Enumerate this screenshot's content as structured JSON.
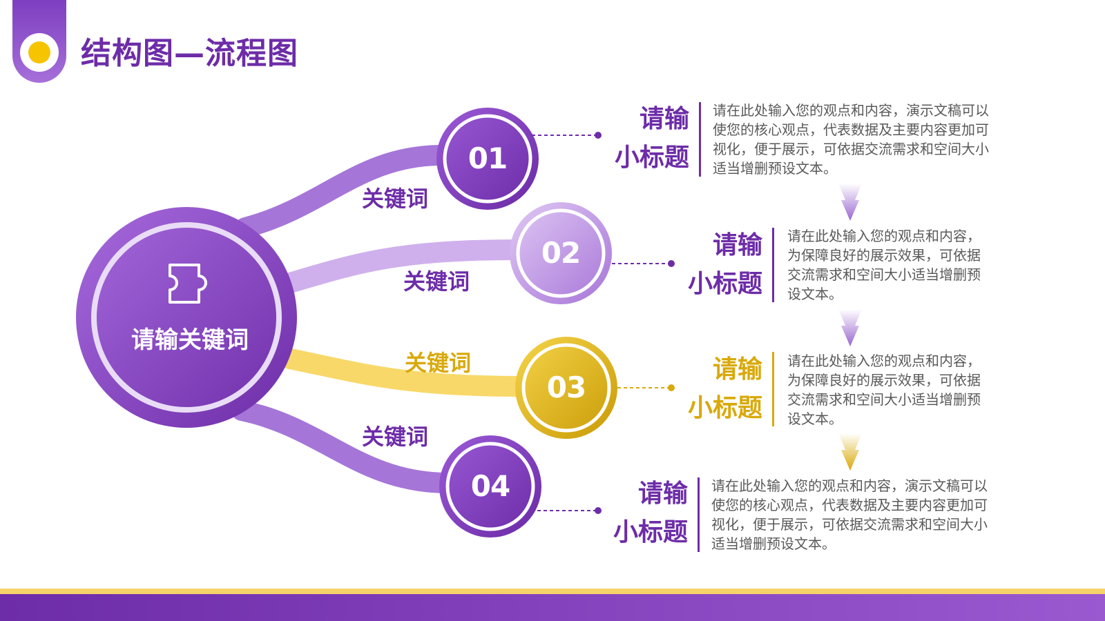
{
  "title": "结构图—流程图",
  "center": {
    "label": "请输关键词",
    "icon": "puzzle-icon"
  },
  "steps": [
    {
      "num": "01",
      "keyword": "关键词",
      "subtitle_line1": "请输",
      "subtitle_line2": "小标题",
      "desc": "请在此处输入您的观点和内容，演示文稿可以使您的核心观点，代表数据及主要内容更加可视化，便于展示，可依据交流需求和空间大小适当增删预设文本。",
      "color": "#7e3fc0"
    },
    {
      "num": "02",
      "keyword": "关键词",
      "subtitle_line1": "请输",
      "subtitle_line2": "小标题",
      "desc": "请在此处输入您的观点和内容，为保障良好的展示效果，可依据交流需求和空间大小适当增删预设文本。",
      "color": "#c39de6"
    },
    {
      "num": "03",
      "keyword": "关键词",
      "subtitle_line1": "请输",
      "subtitle_line2": "小标题",
      "desc": "请在此处输入您的观点和内容，为保障良好的展示效果，可依据交流需求和空间大小适当增删预设文本。",
      "color": "#e0b417"
    },
    {
      "num": "04",
      "keyword": "关键词",
      "subtitle_line1": "请输",
      "subtitle_line2": "小标题",
      "desc": "请在此处输入您的观点和内容，演示文稿可以使您的核心观点，代表数据及主要内容更加可视化，便于展示，可依据交流需求和空间大小适当增删预设文本。",
      "color": "#7e3fc0"
    }
  ],
  "colors": {
    "purple_dark": "#6d2ca8",
    "purple_mid": "#9b59d0",
    "purple_light": "#c39de6",
    "gold": "#e0b417",
    "text_gray": "#595959"
  }
}
